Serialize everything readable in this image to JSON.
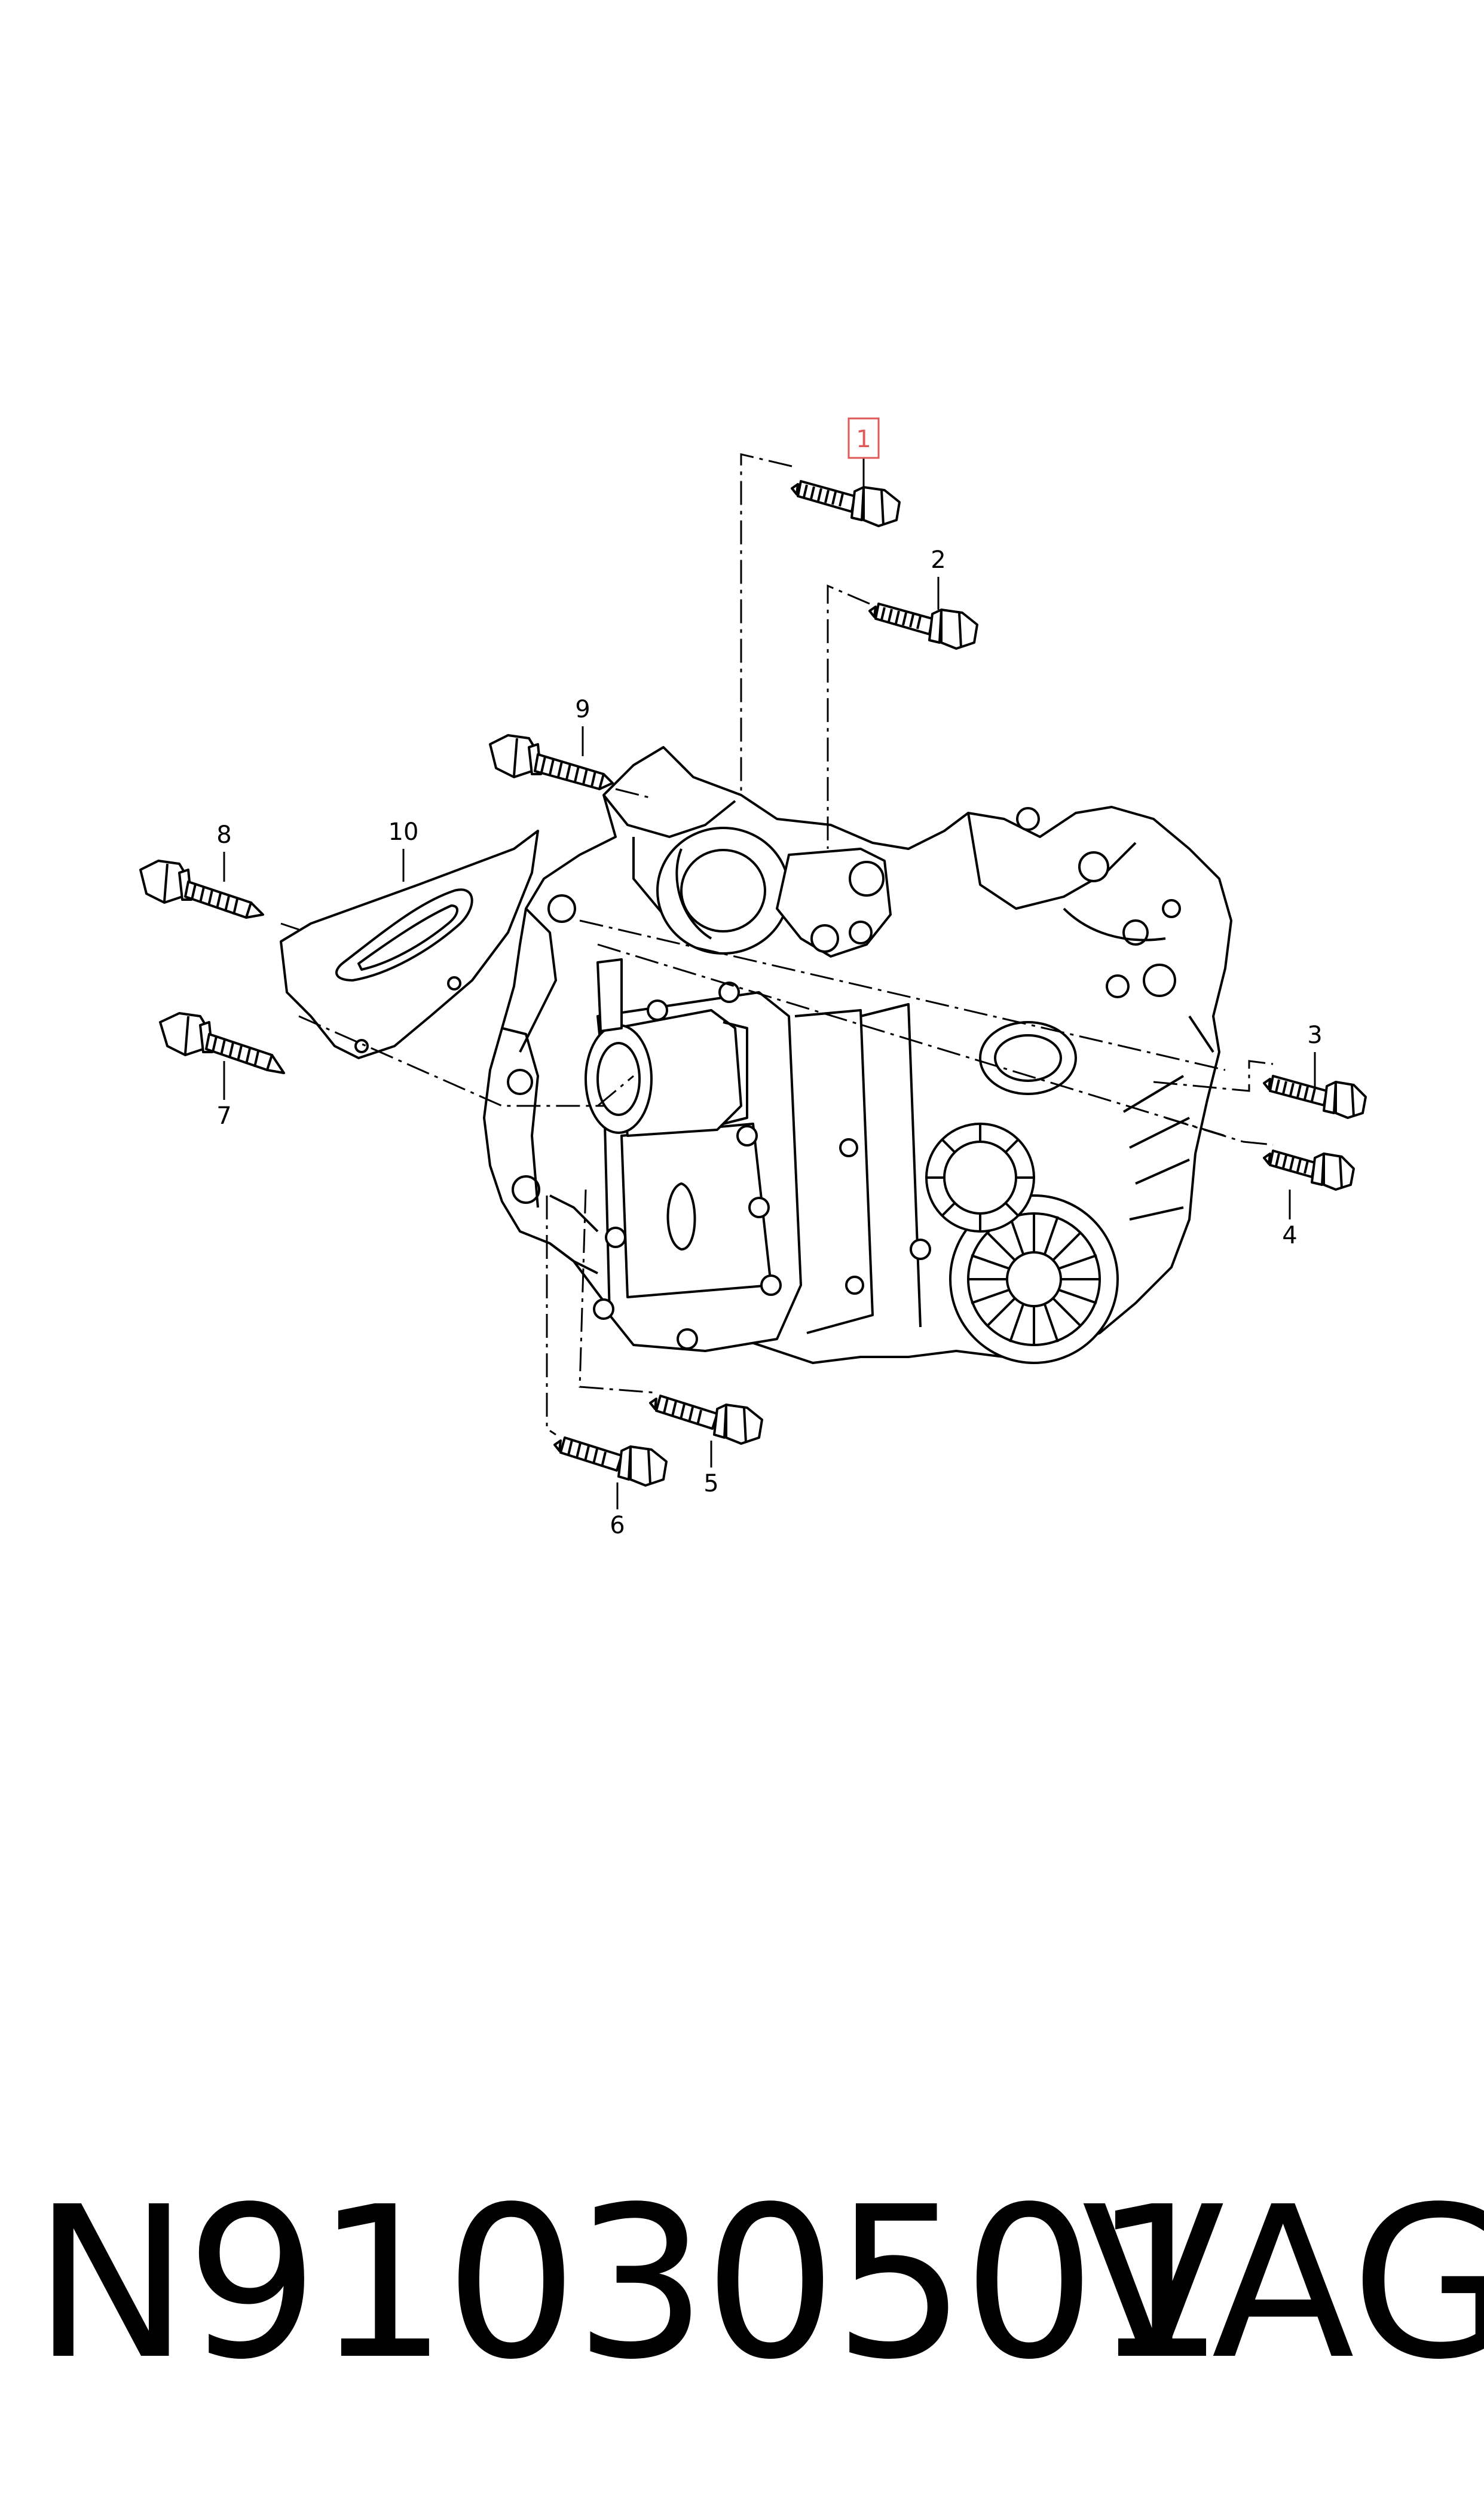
{
  "diagram": {
    "callouts": [
      {
        "id": "1",
        "label": "1",
        "highlighted": true
      },
      {
        "id": "2",
        "label": "2"
      },
      {
        "id": "3",
        "label": "3"
      },
      {
        "id": "4",
        "label": "4"
      },
      {
        "id": "5",
        "label": "5"
      },
      {
        "id": "6",
        "label": "6"
      },
      {
        "id": "7",
        "label": "7"
      },
      {
        "id": "8",
        "label": "8"
      },
      {
        "id": "9",
        "label": "9"
      },
      {
        "id": "10",
        "label": "10"
      }
    ],
    "highlight_color": "#e05a5a",
    "line_color": "#000000"
  },
  "footer": {
    "part_number": "N91030501",
    "brand": "VAG"
  }
}
